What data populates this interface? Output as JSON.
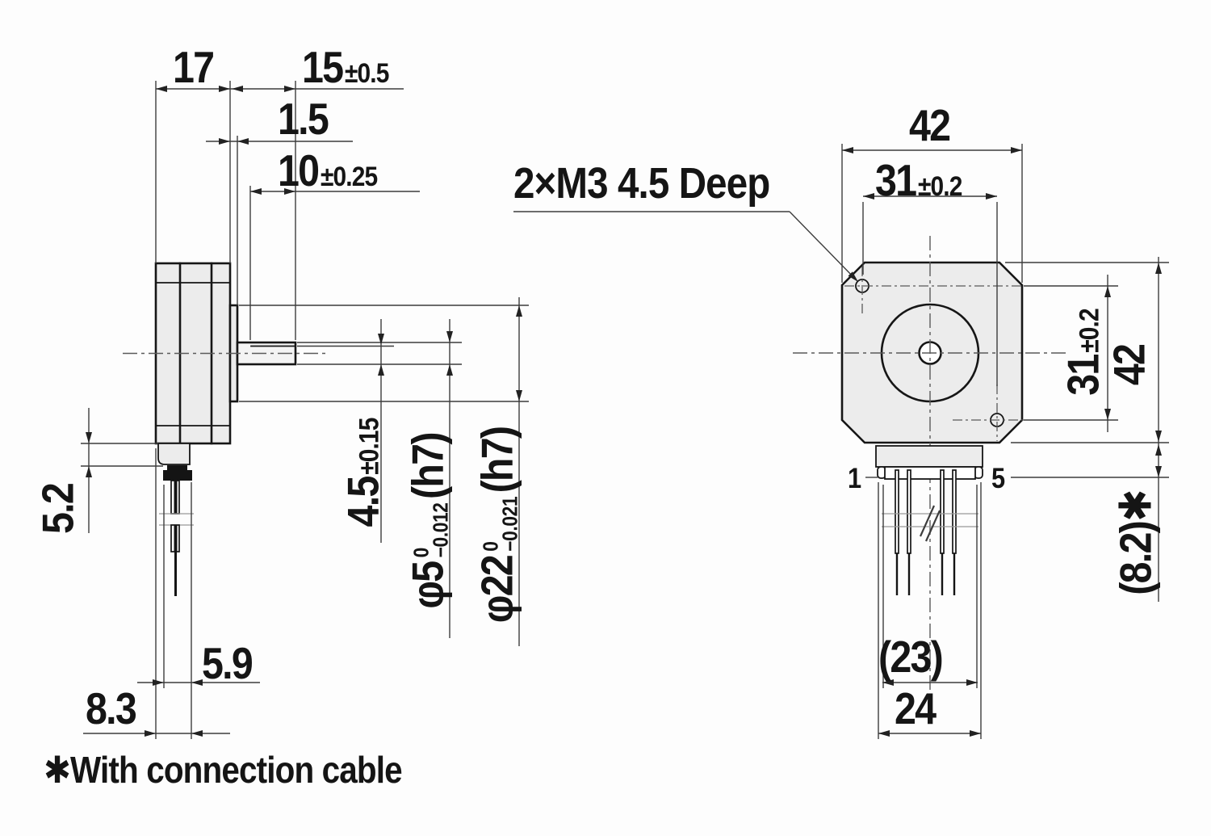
{
  "footnote": "✱With connection cable",
  "callout_tapped_holes": "2×M3 4.5 Deep",
  "side_view": {
    "dim_body_length": "17",
    "dim_shaft_length": "15",
    "dim_shaft_length_tol": "±0.5",
    "dim_pilot_depth": "1.5",
    "dim_flat_length": "10",
    "dim_flat_length_tol": "±0.25",
    "dim_connector_height": "5.2",
    "dim_pin_offset": "5.9",
    "dim_connector_depth": "8.3",
    "dim_flat_height": "4.5",
    "dim_flat_height_tol": "±0.15",
    "dim_shaft_dia": "φ5",
    "dim_shaft_dia_tol_upper": "0",
    "dim_shaft_dia_tol_lower": "−0.012",
    "dim_shaft_dia_fit": "(h7)",
    "dim_pilot_dia": "φ22",
    "dim_pilot_dia_tol_upper": "0",
    "dim_pilot_dia_tol_lower": "−0.021",
    "dim_pilot_dia_fit": "(h7)"
  },
  "front_view": {
    "dim_frame_width": "42",
    "dim_hole_pitch_h": "31",
    "dim_hole_pitch_h_tol": "±0.2",
    "dim_hole_pitch_v": "31",
    "dim_hole_pitch_v_tol": "±0.2",
    "dim_frame_height": "42",
    "dim_connector_projection": "(8.2)✱",
    "dim_cable_width": "(23)",
    "dim_connector_width": "24",
    "pin_label_first": "1",
    "pin_label_last": "5"
  }
}
